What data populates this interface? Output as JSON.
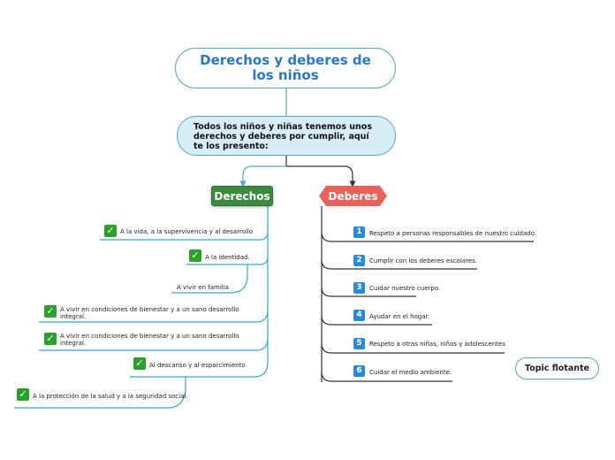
{
  "title": "Derechos y deberes de los niños",
  "intro": "Todos los niños y niñas tenemos unos derechos y deberes por cumplir, aquí te los presento:",
  "derechos": {
    "label": "Derechos",
    "items": [
      "A la vida, a la supervivencia y al desarrollo",
      "A la identidad.",
      "A vivir en familia",
      "A vivir en condiciones de bienestar y a un sano desarrollo integral.",
      "A vivir en condiciones de bienestar y a un sano desarrollo integral.",
      "Al descanso y al esparcimiento",
      "A la protección de la salud y a la seguridad social."
    ]
  },
  "deberes": {
    "label": "Deberes",
    "items": [
      {
        "num": "1",
        "text": "Respeto a personas responsables de nuestro cuidado."
      },
      {
        "num": "2",
        "text": "Cumplir con los deberes escolares."
      },
      {
        "num": "3",
        "text": "Cuidar nuestro cuerpo."
      },
      {
        "num": "4",
        "text": "Ayudar en el hogar."
      },
      {
        "num": "5",
        "text": "Respeto a otras niñas, niños y adolescentes"
      },
      {
        "num": "6",
        "text": "Cuidar el medio ambiente."
      }
    ]
  },
  "floating_topic": "Topic flotante",
  "colors": {
    "derechos_green": "#3a8b3f",
    "deberes_red": "#e8625a",
    "link_blue": "#5aa6c7",
    "check_green": "#2ba02b",
    "number_blue": "#2a8ad8"
  },
  "icons": {
    "derechos_items": "check-icon",
    "deberes_items": "number-icon"
  }
}
